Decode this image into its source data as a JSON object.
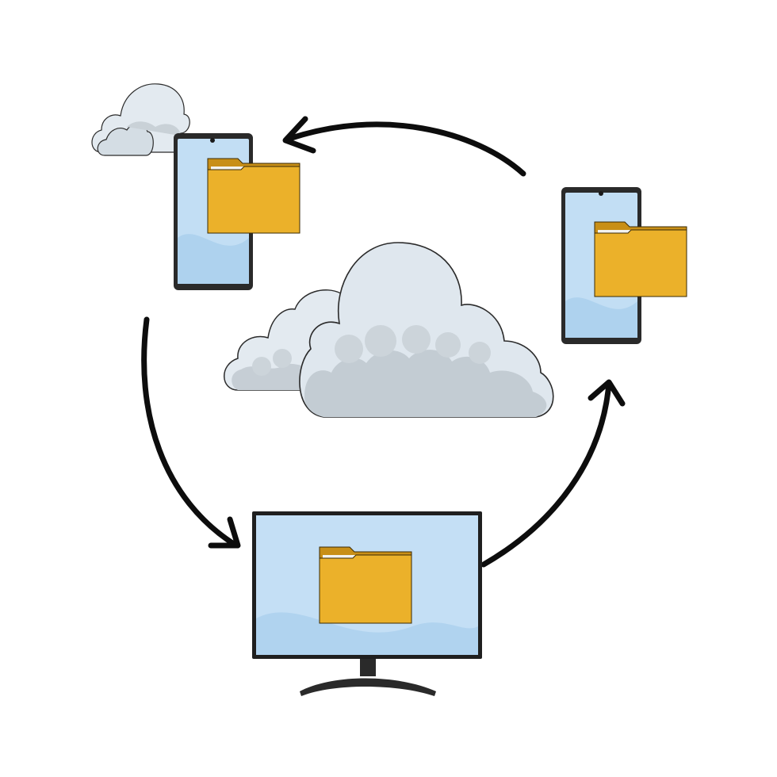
{
  "diagram": {
    "subject": "cloud file sync",
    "nodes": [
      {
        "id": "central-cloud",
        "kind": "cloud",
        "icon": "cloud-icon"
      },
      {
        "id": "phone-left",
        "kind": "smartphone",
        "icon": "smartphone-icon",
        "content": "folder-icon",
        "decoration": "small-cloud-icon"
      },
      {
        "id": "phone-right",
        "kind": "smartphone",
        "icon": "smartphone-icon",
        "content": "folder-icon"
      },
      {
        "id": "monitor",
        "kind": "desktop-monitor",
        "icon": "monitor-icon",
        "content": "folder-icon"
      }
    ],
    "edges": [
      {
        "from": "phone-right",
        "to": "phone-left",
        "icon": "curved-arrow-icon"
      },
      {
        "from": "phone-left",
        "to": "monitor",
        "icon": "curved-arrow-icon"
      },
      {
        "from": "monitor",
        "to": "phone-right",
        "icon": "curved-arrow-icon"
      }
    ],
    "colors": {
      "background": "#ffffff",
      "outline": "#1a1a1a",
      "screen": "#bcdcf3",
      "screen_light": "#d6eaf8",
      "folder": "#ebb12a",
      "folder_dark": "#c88f17",
      "folder_paper": "#f3f3ee",
      "cloud": "#dde6ee",
      "cloud_shade": "#c3ccd3",
      "device_body": "#2a2a2a"
    }
  }
}
